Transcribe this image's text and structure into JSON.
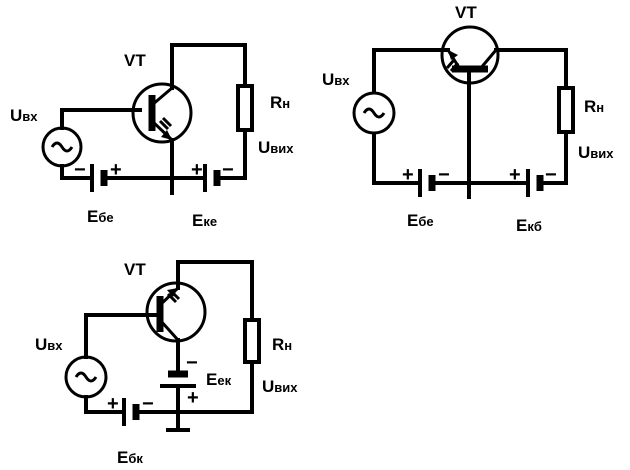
{
  "circuits": [
    {
      "id": "common-emitter",
      "transistor": "VT",
      "input": {
        "main": "U",
        "sub": "вх"
      },
      "load": {
        "main": "R",
        "sub": "н"
      },
      "output": {
        "main": "U",
        "sub": "вих"
      },
      "source_1": {
        "main": "E",
        "sub": "бе"
      },
      "source_2": {
        "main": "E",
        "sub": "ке"
      },
      "polarity": {
        "plus": "+",
        "minus": "−"
      }
    },
    {
      "id": "common-base",
      "transistor": "VT",
      "input": {
        "main": "U",
        "sub": "вх"
      },
      "load": {
        "main": "R",
        "sub": "н"
      },
      "output": {
        "main": "U",
        "sub": "вих"
      },
      "source_1": {
        "main": "E",
        "sub": "бе"
      },
      "source_2": {
        "main": "E",
        "sub": "кб"
      },
      "polarity": {
        "plus": "+",
        "minus": "−"
      }
    },
    {
      "id": "common-collector",
      "transistor": "VT",
      "input": {
        "main": "U",
        "sub": "вх"
      },
      "load": {
        "main": "R",
        "sub": "н"
      },
      "output": {
        "main": "U",
        "sub": "вих"
      },
      "source_1": {
        "main": "E",
        "sub": "ек"
      },
      "source_2": {
        "main": "E",
        "sub": "бк"
      },
      "polarity": {
        "plus": "+",
        "minus": "−"
      }
    }
  ]
}
